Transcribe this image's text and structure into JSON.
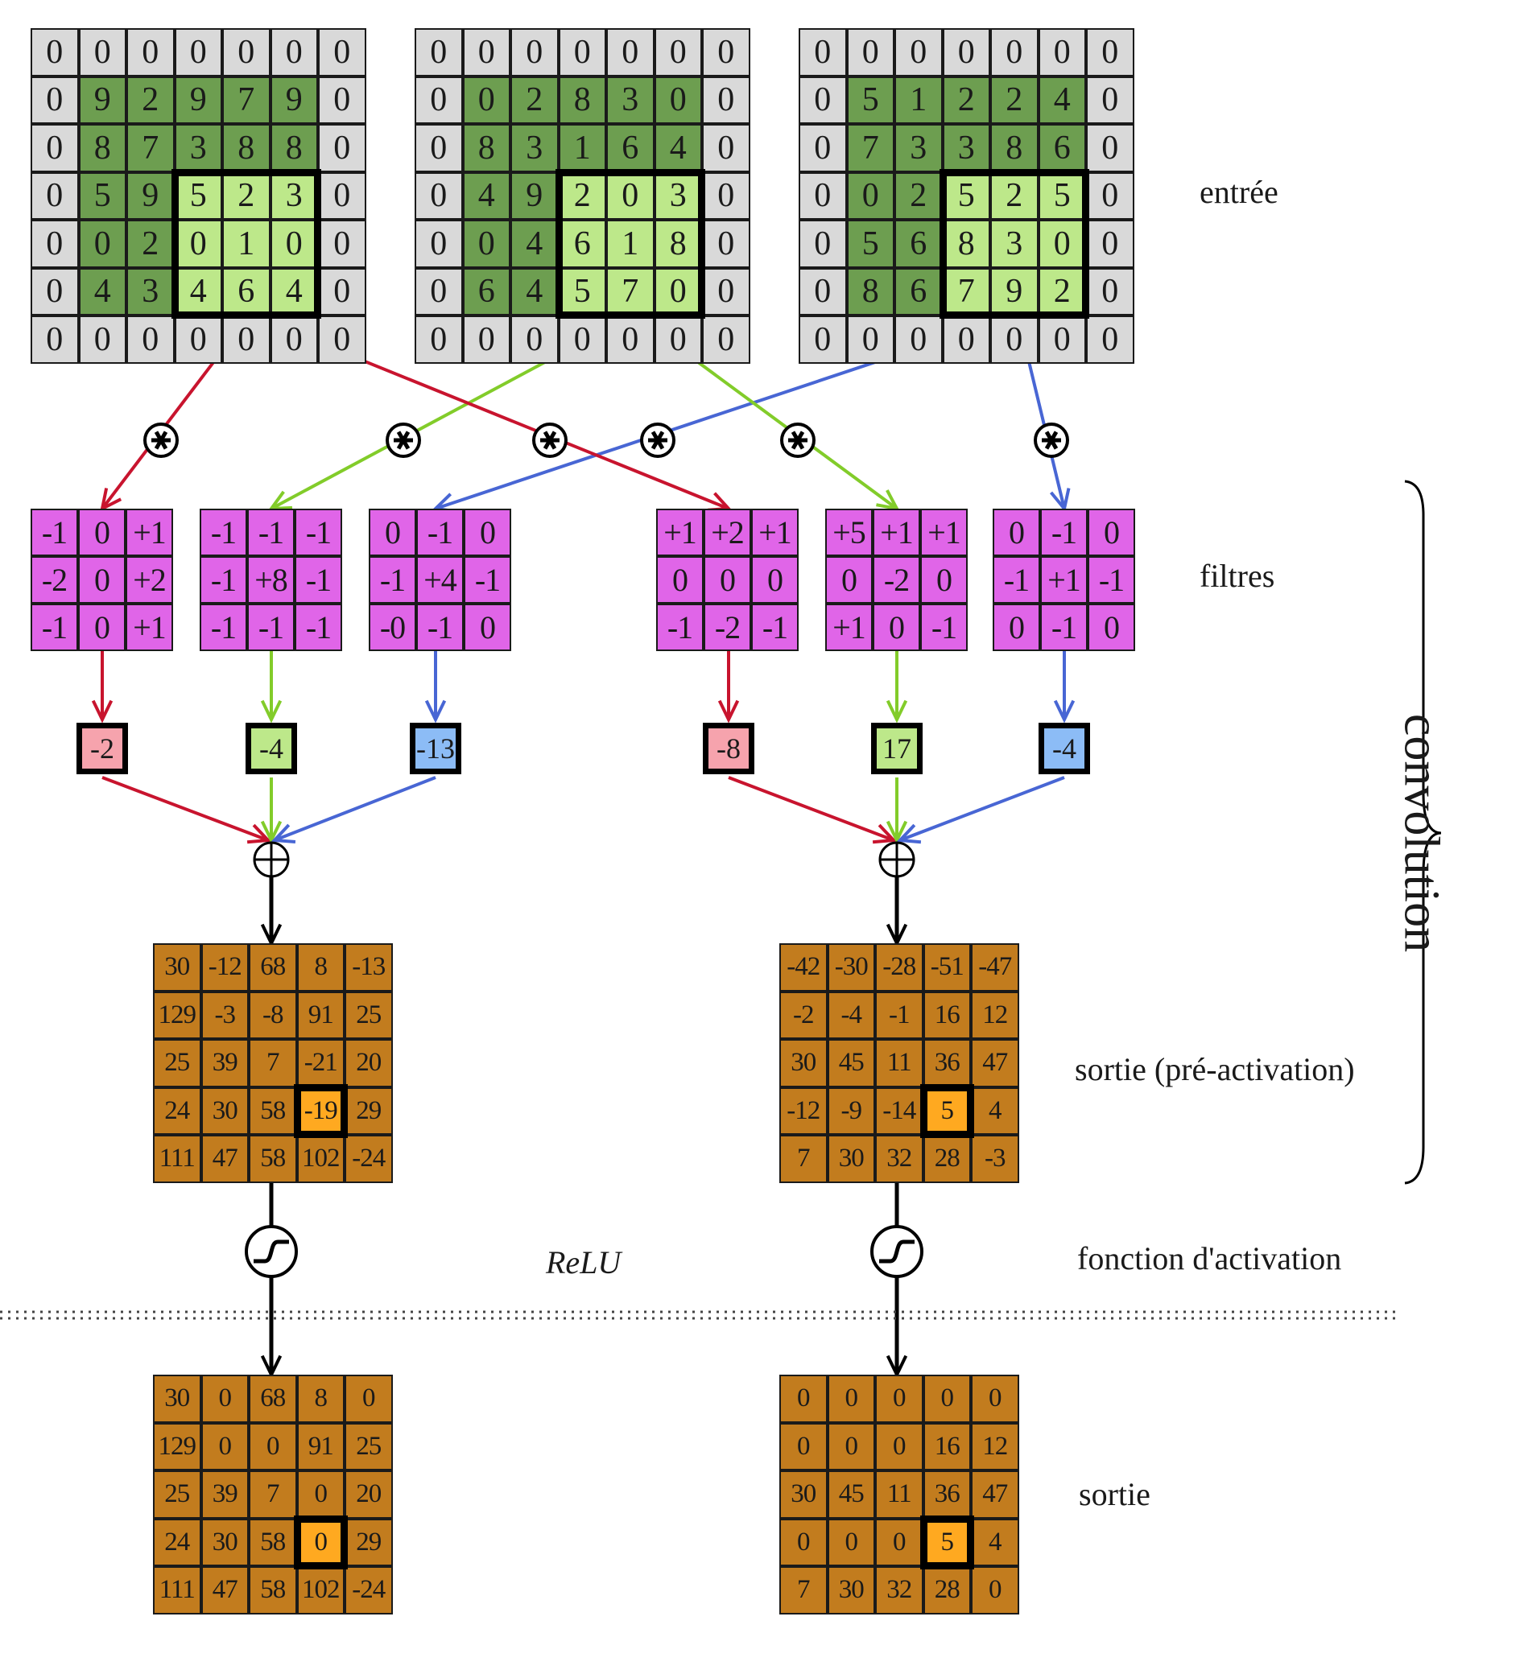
{
  "labels": {
    "input": "entrée",
    "filters": "filtres",
    "preactivation": "sortie (pré-activation)",
    "activation": "fonction d'activation",
    "output": "sortie",
    "convolution": "convolution",
    "relu": "ReLU"
  },
  "colors": {
    "red": "#c8142e",
    "green": "#82cc2a",
    "blue": "#4866d4",
    "padding": "#d9d9d9",
    "input_dark": "#6d9e50",
    "input_light": "#bde88a",
    "filter": "#e065e8",
    "output": "#c27c1e",
    "output_highlight": "#ffa920",
    "result_red": "#f6a3ad",
    "result_green": "#bde88a",
    "result_blue": "#8cbcf6"
  },
  "inputs": [
    [
      [
        0,
        0,
        0,
        0,
        0,
        0,
        0
      ],
      [
        0,
        9,
        2,
        9,
        7,
        9,
        0
      ],
      [
        0,
        8,
        7,
        3,
        8,
        8,
        0
      ],
      [
        0,
        5,
        9,
        5,
        2,
        3,
        0
      ],
      [
        0,
        0,
        2,
        0,
        1,
        0,
        0
      ],
      [
        0,
        4,
        3,
        4,
        6,
        4,
        0
      ],
      [
        0,
        0,
        0,
        0,
        0,
        0,
        0
      ]
    ],
    [
      [
        0,
        0,
        0,
        0,
        0,
        0,
        0
      ],
      [
        0,
        0,
        2,
        8,
        3,
        0,
        0
      ],
      [
        0,
        8,
        3,
        1,
        6,
        4,
        0
      ],
      [
        0,
        4,
        9,
        2,
        0,
        3,
        0
      ],
      [
        0,
        0,
        4,
        6,
        1,
        8,
        0
      ],
      [
        0,
        6,
        4,
        5,
        7,
        0,
        0
      ],
      [
        0,
        0,
        0,
        0,
        0,
        0,
        0
      ]
    ],
    [
      [
        0,
        0,
        0,
        0,
        0,
        0,
        0
      ],
      [
        0,
        5,
        1,
        2,
        2,
        4,
        0
      ],
      [
        0,
        7,
        3,
        3,
        8,
        6,
        0
      ],
      [
        0,
        0,
        2,
        5,
        2,
        5,
        0
      ],
      [
        0,
        5,
        6,
        8,
        3,
        0,
        0
      ],
      [
        0,
        8,
        6,
        7,
        9,
        2,
        0
      ],
      [
        0,
        0,
        0,
        0,
        0,
        0,
        0
      ]
    ]
  ],
  "filters": [
    [
      [
        "-1",
        "0",
        "+1"
      ],
      [
        "-2",
        "0",
        "+2"
      ],
      [
        "-1",
        "0",
        "+1"
      ]
    ],
    [
      [
        "-1",
        "-1",
        "-1"
      ],
      [
        "-1",
        "+8",
        "-1"
      ],
      [
        "-1",
        "-1",
        "-1"
      ]
    ],
    [
      [
        "0",
        "-1",
        "0"
      ],
      [
        "-1",
        "+4",
        "-1"
      ],
      [
        "-0",
        "-1",
        "0"
      ]
    ],
    [
      [
        "+1",
        "+2",
        "+1"
      ],
      [
        "0",
        "0",
        "0"
      ],
      [
        "-1",
        "-2",
        "-1"
      ]
    ],
    [
      [
        "+5",
        "+1",
        "+1"
      ],
      [
        "0",
        "-2",
        "0"
      ],
      [
        "+1",
        "0",
        "-1"
      ]
    ],
    [
      [
        "0",
        "-1",
        "0"
      ],
      [
        "-1",
        "+1",
        "-1"
      ],
      [
        "0",
        "-1",
        "0"
      ]
    ]
  ],
  "results": [
    "-2",
    "-4",
    "-13",
    "-8",
    "17",
    "-4"
  ],
  "outputs_pre": [
    [
      [
        "30",
        "-12",
        "68",
        "8",
        "-13"
      ],
      [
        "129",
        "-3",
        "-8",
        "91",
        "25"
      ],
      [
        "25",
        "39",
        "7",
        "-21",
        "20"
      ],
      [
        "24",
        "30",
        "58",
        "-19",
        "29"
      ],
      [
        "111",
        "47",
        "58",
        "102",
        "-24"
      ]
    ],
    [
      [
        "-42",
        "-30",
        "-28",
        "-51",
        "-47"
      ],
      [
        "-2",
        "-4",
        "-1",
        "16",
        "12"
      ],
      [
        "30",
        "45",
        "11",
        "36",
        "47"
      ],
      [
        "-12",
        "-9",
        "-14",
        "5",
        "4"
      ],
      [
        "7",
        "30",
        "32",
        "28",
        "-3"
      ]
    ]
  ],
  "outputs_post": [
    [
      [
        "30",
        "0",
        "68",
        "8",
        "0"
      ],
      [
        "129",
        "0",
        "0",
        "91",
        "25"
      ],
      [
        "25",
        "39",
        "7",
        "0",
        "20"
      ],
      [
        "24",
        "30",
        "58",
        "0",
        "29"
      ],
      [
        "111",
        "47",
        "58",
        "102",
        "-24"
      ]
    ],
    [
      [
        "0",
        "0",
        "0",
        "0",
        "0"
      ],
      [
        "0",
        "0",
        "0",
        "16",
        "12"
      ],
      [
        "30",
        "45",
        "11",
        "36",
        "47"
      ],
      [
        "0",
        "0",
        "0",
        "5",
        "4"
      ],
      [
        "7",
        "30",
        "32",
        "28",
        "0"
      ]
    ]
  ],
  "operators": {
    "convolve": "⊛",
    "sum": "⊕",
    "activation": "∫"
  }
}
